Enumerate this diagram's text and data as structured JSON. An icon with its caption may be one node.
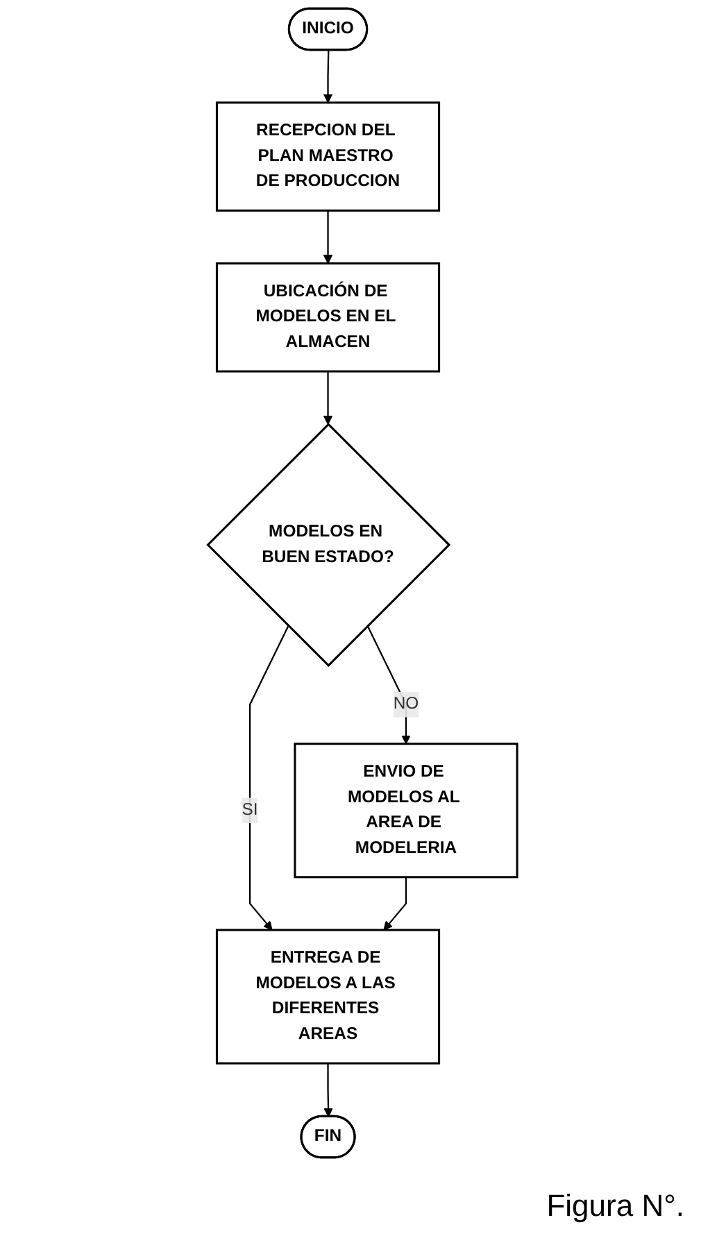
{
  "diagram": {
    "caption": "Figura N°.",
    "nodes": [
      {
        "text": [
          "INICIO"
        ]
      },
      {
        "text": [
          "RECEPCION DEL PLAN MAESTRO DE PRODUCCION"
        ]
      },
      {
        "text": [
          "UBICACIÓN DE MODELOS EN EL ALMACEN"
        ]
      },
      {
        "text": [
          "MODELOS EN BUEN ESTADO?"
        ]
      },
      {
        "text": [
          "ENVIO DE MODELOS AL AREA DE MODELERIA"
        ]
      },
      {
        "text": [
          "ENTREGA DE MODELOS A LAS DIFERENTES AREAS"
        ]
      },
      {
        "text": [
          "FIN"
        ]
      }
    ],
    "edges": [
      {
        "from": 0,
        "to": 1,
        "arrow": "to"
      },
      {
        "from": 1,
        "to": 2,
        "arrow": "to"
      },
      {
        "from": 2,
        "to": 3,
        "arrow": "to"
      },
      {
        "from": 3,
        "to": 4,
        "arrow": "to",
        "label": "NO"
      },
      {
        "from": 3,
        "to": 5,
        "arrow": "to",
        "label": "SI"
      },
      {
        "from": 4,
        "to": 5,
        "arrow": "to"
      },
      {
        "from": 5,
        "to": 6,
        "arrow": "to"
      }
    ]
  }
}
